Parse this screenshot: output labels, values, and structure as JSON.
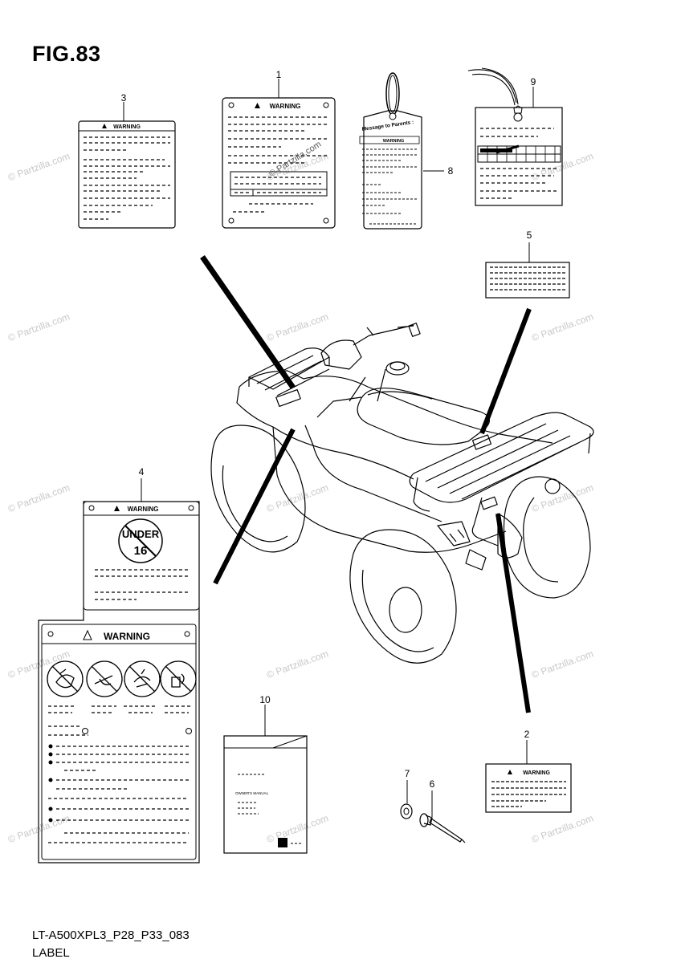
{
  "figure": {
    "title": "FIG.83",
    "code": "LT-A500XPL3_P28_P33_083",
    "caption": "LABEL"
  },
  "watermark": "© Partzilla.com",
  "labels": {
    "warning": "WARNING",
    "message_to_parents": "Message to Parents :",
    "under": "UNDER",
    "age": "16",
    "owners_manual": "OWNER'S MANUAL"
  },
  "callouts": [
    "1",
    "2",
    "3",
    "4",
    "5",
    "6",
    "7",
    "8",
    "9",
    "10"
  ],
  "colors": {
    "line": "#000000",
    "watermark": "#c8c8c8"
  }
}
